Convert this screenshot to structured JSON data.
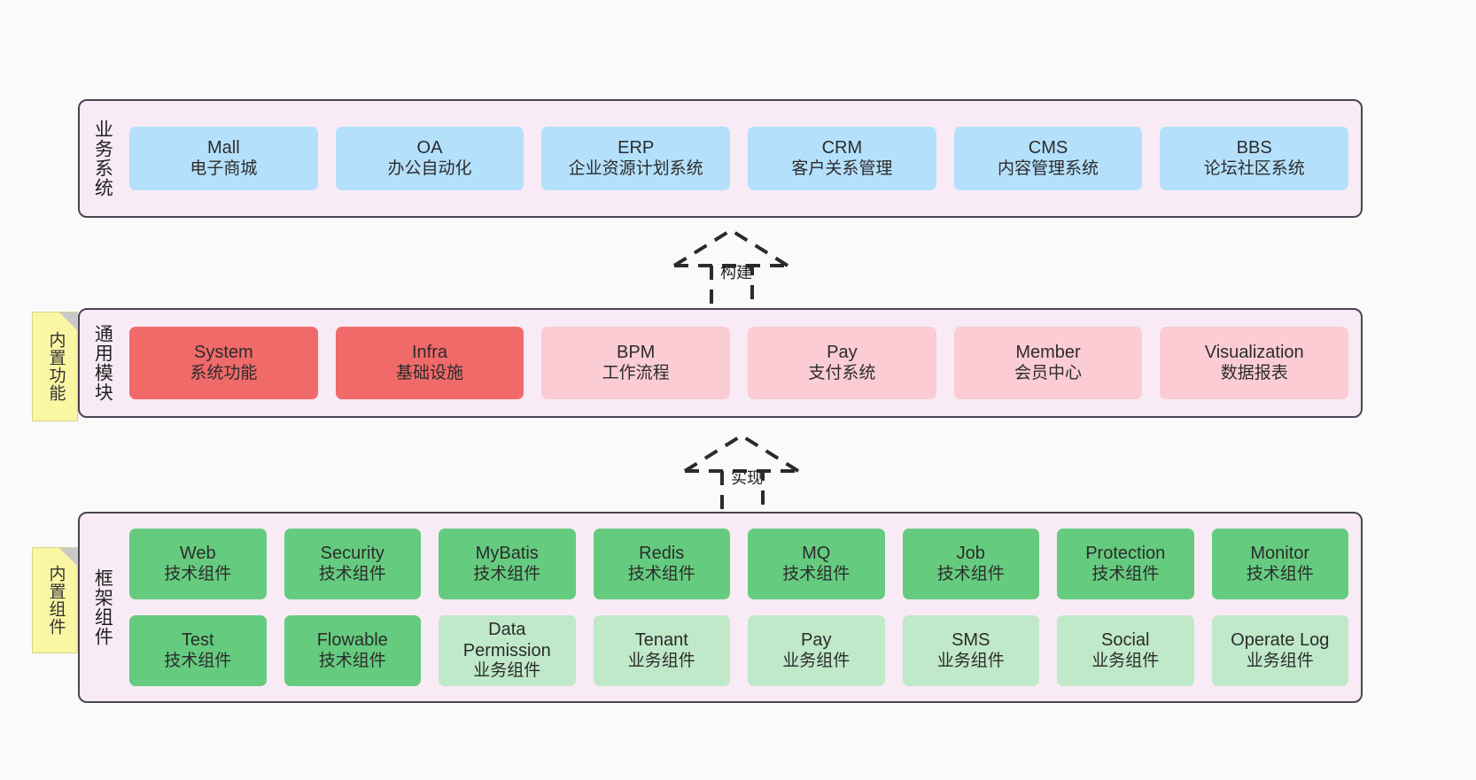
{
  "diagram": {
    "background": "#fafafa",
    "layer_fill": "#f9ebf5",
    "layer_border": "#4a4453",
    "note_fill": "#fbf6a4"
  },
  "layers": [
    {
      "id": "business",
      "title": "业务系统",
      "rows": [
        [
          {
            "en": "Mall",
            "cn": "电子商城",
            "color": "#b5e0fb",
            "style": "c-blue"
          },
          {
            "en": "OA",
            "cn": "办公自动化",
            "color": "#b5e0fb",
            "style": "c-blue"
          },
          {
            "en": "ERP",
            "cn": "企业资源计划系统",
            "color": "#b5e0fb",
            "style": "c-blue"
          },
          {
            "en": "CRM",
            "cn": "客户关系管理",
            "color": "#b5e0fb",
            "style": "c-blue"
          },
          {
            "en": "CMS",
            "cn": "内容管理系统",
            "color": "#b5e0fb",
            "style": "c-blue"
          },
          {
            "en": "BBS",
            "cn": "论坛社区系统",
            "color": "#b5e0fb",
            "style": "c-blue"
          }
        ]
      ]
    },
    {
      "id": "common",
      "title": "通用模块",
      "note": "内置功能",
      "rows": [
        [
          {
            "en": "System",
            "cn": "系统功能",
            "color": "#f06a6a",
            "style": "c-red-strong"
          },
          {
            "en": "Infra",
            "cn": "基础设施",
            "color": "#f06a6a",
            "style": "c-red-strong"
          },
          {
            "en": "BPM",
            "cn": "工作流程",
            "color": "#fbccd3",
            "style": "c-red-soft"
          },
          {
            "en": "Pay",
            "cn": "支付系统",
            "color": "#fbccd3",
            "style": "c-red-soft"
          },
          {
            "en": "Member",
            "cn": "会员中心",
            "color": "#fbccd3",
            "style": "c-red-soft"
          },
          {
            "en": "Visualization",
            "cn": "数据报表",
            "color": "#fbccd3",
            "style": "c-red-soft"
          }
        ]
      ]
    },
    {
      "id": "framework",
      "title": "框架组件",
      "note": "内置组件",
      "rows": [
        [
          {
            "en": "Web",
            "cn": "技术组件",
            "color": "#65cb7f",
            "style": "c-green-strong"
          },
          {
            "en": "Security",
            "cn": "技术组件",
            "color": "#65cb7f",
            "style": "c-green-strong"
          },
          {
            "en": "MyBatis",
            "cn": "技术组件",
            "color": "#65cb7f",
            "style": "c-green-strong"
          },
          {
            "en": "Redis",
            "cn": "技术组件",
            "color": "#65cb7f",
            "style": "c-green-strong"
          },
          {
            "en": "MQ",
            "cn": "技术组件",
            "color": "#65cb7f",
            "style": "c-green-strong"
          },
          {
            "en": "Job",
            "cn": "技术组件",
            "color": "#65cb7f",
            "style": "c-green-strong"
          },
          {
            "en": "Protection",
            "cn": "技术组件",
            "color": "#65cb7f",
            "style": "c-green-strong"
          },
          {
            "en": "Monitor",
            "cn": "技术组件",
            "color": "#65cb7f",
            "style": "c-green-strong"
          }
        ],
        [
          {
            "en": "Test",
            "cn": "技术组件",
            "color": "#65cb7f",
            "style": "c-green-strong"
          },
          {
            "en": "Flowable",
            "cn": "技术组件",
            "color": "#65cb7f",
            "style": "c-green-strong"
          },
          {
            "en": "Data Permission",
            "cn": "业务组件",
            "color": "#bfe9c8",
            "style": "c-green-soft"
          },
          {
            "en": "Tenant",
            "cn": "业务组件",
            "color": "#bfe9c8",
            "style": "c-green-soft"
          },
          {
            "en": "Pay",
            "cn": "业务组件",
            "color": "#bfe9c8",
            "style": "c-green-soft"
          },
          {
            "en": "SMS",
            "cn": "业务组件",
            "color": "#bfe9c8",
            "style": "c-green-soft"
          },
          {
            "en": "Social",
            "cn": "业务组件",
            "color": "#bfe9c8",
            "style": "c-green-soft"
          },
          {
            "en": "Operate Log",
            "cn": "业务组件",
            "color": "#bfe9c8",
            "style": "c-green-soft"
          }
        ]
      ]
    }
  ],
  "connectors": [
    {
      "id": "build",
      "label": "构建",
      "style": "dashed-generalization"
    },
    {
      "id": "impl",
      "label": "实现",
      "style": "dashed-generalization"
    }
  ]
}
